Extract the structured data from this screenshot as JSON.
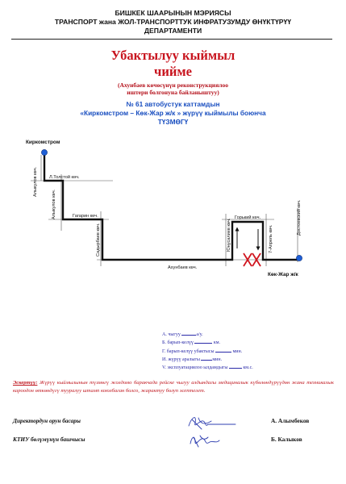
{
  "header": {
    "line1": "БИШКЕК ШААРЫНЫН МЭРИЯСЫ",
    "line2": "ТРАНСПОРТ жана ЖОЛ-ТРАНСПОРТТУК ИНФРАТУЗУМДУ ӨНҮКТҮРҮҮ",
    "line3": "ДЕПАРТАМЕНТИ"
  },
  "title": {
    "line1": "Убактылуу кыймыл",
    "line2": "чийме",
    "subtitle_line1": "(Ахунбаев көчөсүнүн реконструкциялоо",
    "subtitle_line2": "иштери болгонуна байланыштуу)"
  },
  "route": {
    "line1": "№ 61 автобустук каттамдын",
    "line2": "«Киркомстром – Көк-Жар ж/к » жүрүү кыймылы боюнча",
    "line3": "ТҮЗМӨГҮ"
  },
  "map": {
    "start_stop": "Киркомстром",
    "end_stop": "Көк-Жар ж/к",
    "streets": {
      "alykulov_1": "Алыкулов көч.",
      "tolstoy": "Л.Толстой көч.",
      "alykulov_2": "Алыкулов көч.",
      "gagarin": "Гагарин көч.",
      "sadyrbaev": "Садырбаев көч.",
      "akhunbaev": "Ахунбаев көч.",
      "yunusaliev": "Юнусалиев көч.",
      "gorky": "Горький көч.",
      "april7": "7-Апрель көч.",
      "dostoevsky": "Достоевский көч."
    },
    "colors": {
      "route": "#111111",
      "stop": "#1f5fd6",
      "closure": "#d0141e"
    }
  },
  "stats": {
    "line_a": "А. чыгуу",
    "line_a_unit": "а/у.",
    "line_b": "Б. барып-келүү",
    "line_b_unit": "км.",
    "line_v": "Г. барып-келүү убактысы",
    "line_v_unit": "мин.",
    "line_g": "И. жүрүү аралыгы",
    "line_g_unit": "мин.",
    "line_d": "V. эксплуатациялоо ылдамдыгы",
    "line_d_unit": "км.с."
  },
  "note": {
    "label": "Эскертүү:",
    "text": "Жүрүү кыймылынын түзмөгү жолдомо баракчада рейске чыгуу алдындагы медициналык күбөлөндүрүүдөн жана техникалык кароодон өткөндүгү тууралуу штамп коюлбаган болсо, жарактуу болуп эсептелет."
  },
  "signatures": {
    "role1": "Директордун орун басары",
    "name1": "А. Алымбеков",
    "role2": "КТИУ бөлүмүнүн башчысы",
    "name2": "Б. Калыков"
  }
}
